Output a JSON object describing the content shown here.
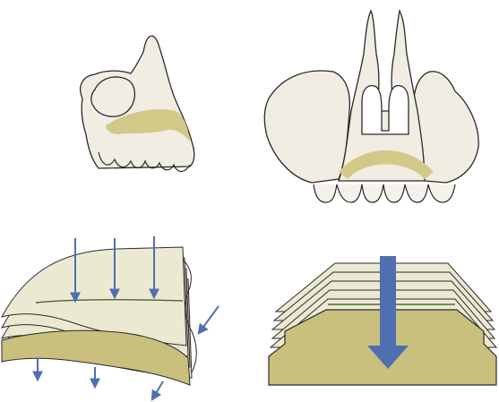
{
  "colors": {
    "bone": "#f1ede3",
    "bone_line": "#2a2a2a",
    "cortical": "#d2c989",
    "highlight": "#cfc98a",
    "arrow": "#4f6fb0",
    "layer": "#ece9d2",
    "layer_dark": "#c9c07d",
    "layer_green_line": "#4a6a2c",
    "background": "#ffffff"
  },
  "panels": [
    {
      "id": "maxilla-lateral",
      "description": ""
    },
    {
      "id": "maxilla-frontal",
      "description": ""
    },
    {
      "id": "curved-layer-stack",
      "description": ""
    },
    {
      "id": "flat-layer-stack",
      "description": ""
    }
  ]
}
